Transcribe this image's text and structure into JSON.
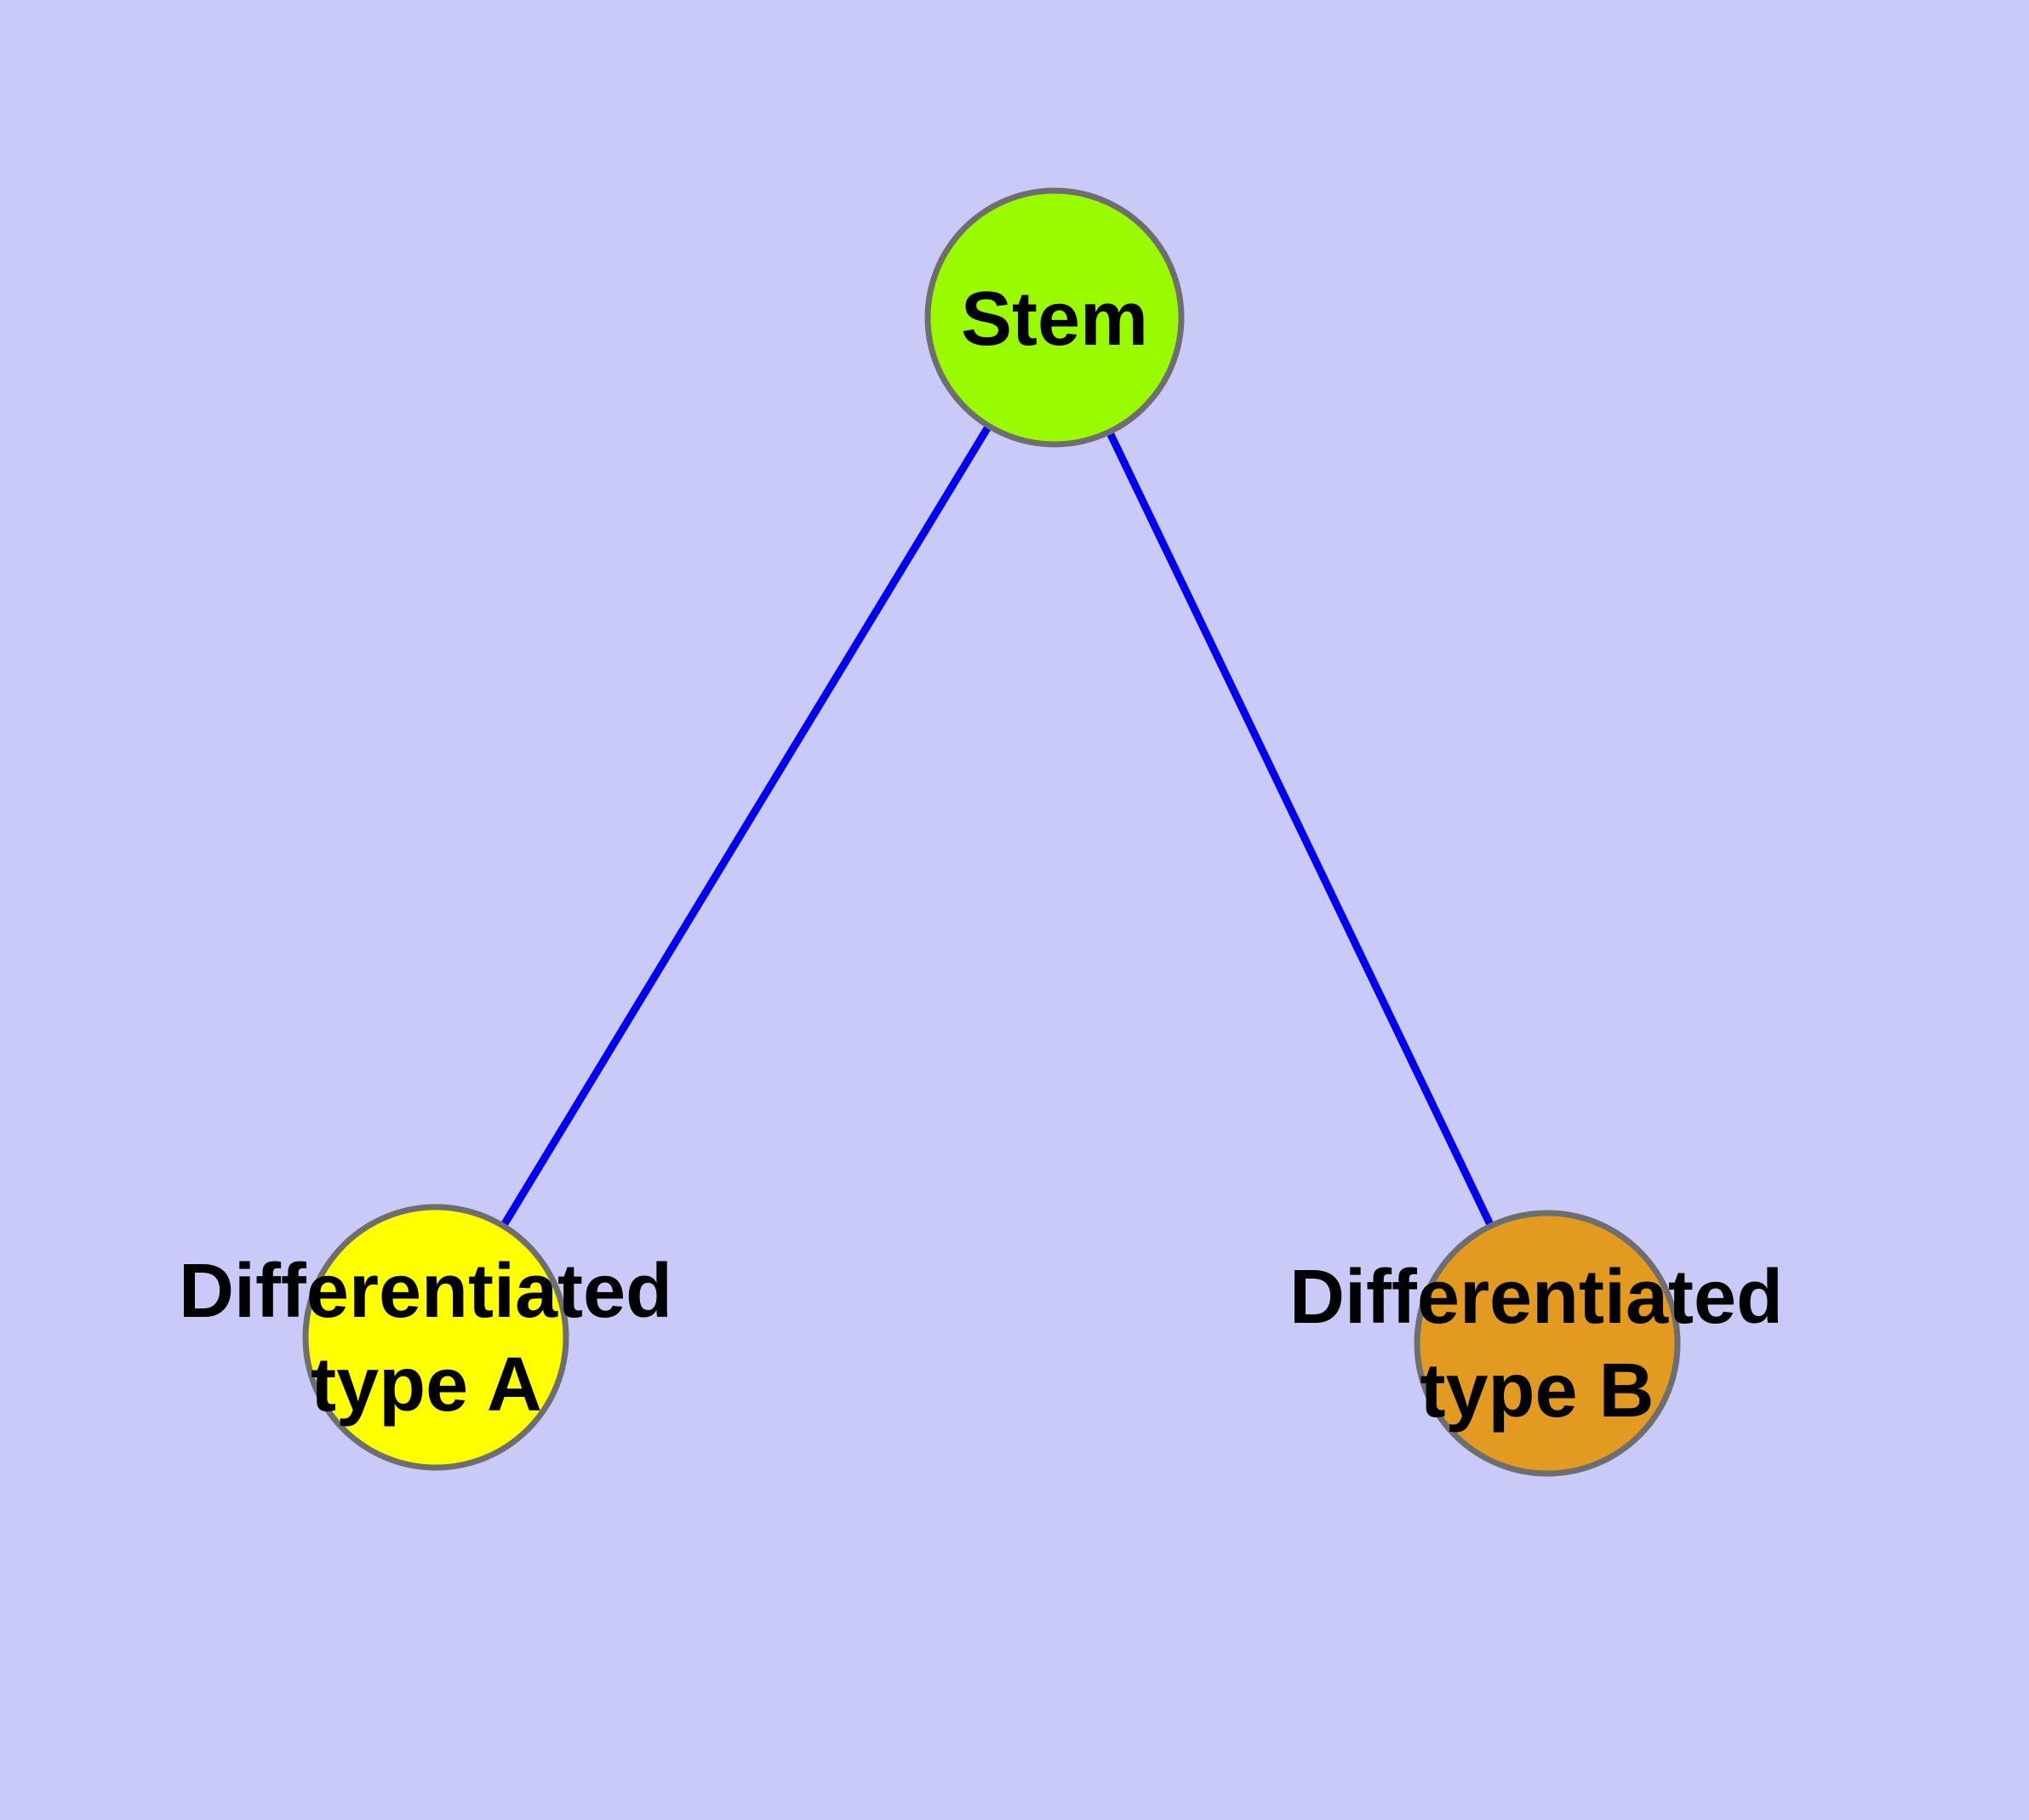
{
  "diagram": {
    "type": "graph",
    "background_color": "#CACAF8",
    "edge_color": "#0000EE",
    "node_border_color": "#6E6E6E",
    "text_color": "#000000",
    "nodes": {
      "stem": {
        "id": "stem",
        "label": "Stem",
        "lines": [
          "Stem"
        ],
        "color": "#9AFB00"
      },
      "type_a": {
        "id": "type_a",
        "label": "Differentiated type A",
        "lines": [
          "Differentiated",
          "type A"
        ],
        "color": "#FFFF00"
      },
      "type_b": {
        "id": "type_b",
        "label": "Differentiated type B",
        "lines": [
          "Differentiated",
          "type B"
        ],
        "color": "#E29A20"
      }
    },
    "edges": [
      {
        "from": "stem",
        "to": "type_a"
      },
      {
        "from": "stem",
        "to": "type_b"
      }
    ]
  }
}
